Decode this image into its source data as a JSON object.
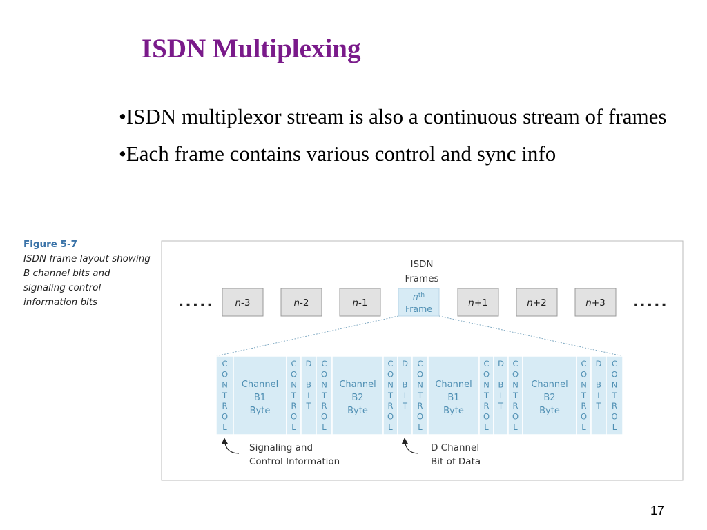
{
  "slide": {
    "title": "ISDN Multiplexing",
    "bullets": [
      "•ISDN multiplexor stream is also a continuous stream of frames",
      "•Each frame contains various control and sync info"
    ],
    "page_number": "17"
  },
  "figure": {
    "label": "Figure 5-7",
    "description": "ISDN frame layout showing B channel bits and signaling control information bits",
    "frames_label_line1": "ISDN",
    "frames_label_line2": "Frames",
    "ellipsis": ".....",
    "frames": [
      {
        "pre": "n",
        "suf": "-3",
        "highlight": false
      },
      {
        "pre": "n",
        "suf": "-2",
        "highlight": false
      },
      {
        "pre": "n",
        "suf": "-1",
        "highlight": false
      },
      {
        "pre": "n",
        "suf": "th",
        "highlight": true,
        "line2": "Frame"
      },
      {
        "pre": "n",
        "suf": "+1",
        "highlight": false
      },
      {
        "pre": "n",
        "suf": "+2",
        "highlight": false
      },
      {
        "pre": "n",
        "suf": "+3",
        "highlight": false
      }
    ],
    "control_letters": [
      "C",
      "O",
      "N",
      "T",
      "R",
      "O",
      "L"
    ],
    "bit_letters": [
      "D",
      "B",
      "I",
      "T"
    ],
    "channel_b1": [
      "Channel",
      "B1",
      "Byte"
    ],
    "channel_b2": [
      "Channel",
      "B2",
      "Byte"
    ],
    "annotation_signaling": [
      "Signaling and",
      "Control Information"
    ],
    "annotation_dchannel": [
      "D Channel",
      "Bit of Data"
    ],
    "colors": {
      "title": "#7a1a8a",
      "frame_box": "#e2e2e2",
      "highlight_box": "#d7ebf5",
      "cell_fill": "#d7ebf5",
      "cell_text": "#4f8fb3",
      "figure_label": "#3a73a8"
    }
  }
}
